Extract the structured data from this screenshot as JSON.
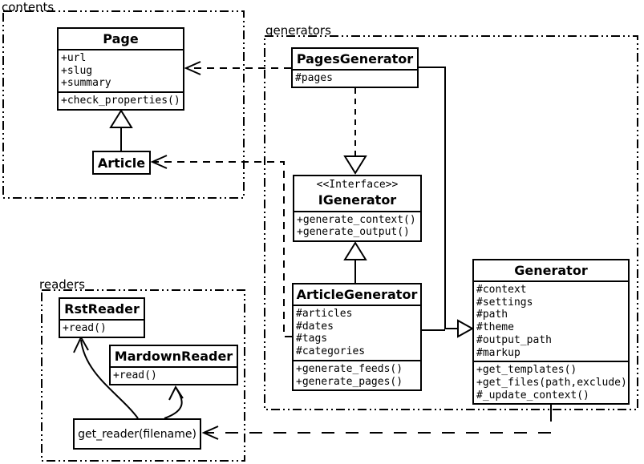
{
  "packages": {
    "contents": {
      "label": "contents"
    },
    "generators": {
      "label": "generators"
    },
    "readers": {
      "label": "readers"
    }
  },
  "classes": {
    "page": {
      "name": "Page",
      "attributes": [
        "+url",
        "+slug",
        "+summary"
      ],
      "methods": [
        "+check_properties()"
      ]
    },
    "article": {
      "name": "Article"
    },
    "pages_generator": {
      "name": "PagesGenerator",
      "attributes": [
        "#pages"
      ]
    },
    "igenerator": {
      "stereotype": "<<Interface>>",
      "name": "IGenerator",
      "methods": [
        "+generate_context()",
        "+generate_output()"
      ]
    },
    "article_generator": {
      "name": "ArticleGenerator",
      "attributes": [
        "#articles",
        "#dates",
        "#tags",
        "#categories"
      ],
      "methods": [
        "+generate_feeds()",
        "+generate_pages()"
      ]
    },
    "generator": {
      "name": "Generator",
      "attributes": [
        "#context",
        "#settings",
        "#path",
        "#theme",
        "#output_path",
        "#markup"
      ],
      "methods": [
        "+get_templates()",
        "+get_files(path,exclude)",
        "#_update_context()"
      ]
    },
    "rst_reader": {
      "name": "RstReader",
      "methods": [
        "+read()"
      ]
    },
    "mardown_reader": {
      "name": "MardownReader",
      "methods": [
        "+read()"
      ]
    },
    "get_reader": {
      "label": "get_reader(filename)"
    }
  },
  "relationships": [
    {
      "from": "Article",
      "to": "Page",
      "type": "inheritance"
    },
    {
      "from": "ArticleGenerator",
      "to": "IGenerator",
      "type": "inheritance"
    },
    {
      "from": "PagesGenerator",
      "to": "IGenerator",
      "type": "realization-dashed"
    },
    {
      "from": "PagesGenerator",
      "to": "Generator",
      "type": "inheritance"
    },
    {
      "from": "ArticleGenerator",
      "to": "Generator",
      "type": "inheritance"
    },
    {
      "from": "PagesGenerator",
      "to": "Page",
      "type": "dependency-dashed"
    },
    {
      "from": "ArticleGenerator",
      "to": "Article",
      "type": "dependency-dashed"
    },
    {
      "from": "Generator",
      "to": "get_reader(filename)",
      "type": "dependency-dashed"
    },
    {
      "from": "get_reader(filename)",
      "to": "RstReader",
      "type": "arrow"
    },
    {
      "from": "get_reader(filename)",
      "to": "MardownReader",
      "type": "arrow"
    }
  ],
  "colors": {
    "line": "#000000",
    "background": "#ffffff"
  }
}
